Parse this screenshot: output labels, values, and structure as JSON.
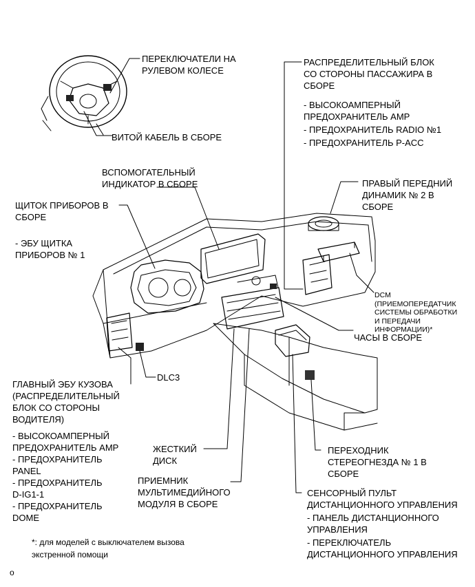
{
  "labels": {
    "steering_switches": [
      "ПЕРЕКЛЮЧАТЕЛИ НА",
      "РУЛЕВОМ КОЛЕСЕ"
    ],
    "spiral_cable": [
      "ВИТОЙ КАБЕЛЬ В СБОРЕ"
    ],
    "passenger_jb": [
      "РАСПРЕДЕЛИТЕЛЬНЫЙ БЛОК",
      "СО СТОРОНЫ ПАССАЖИРА В",
      "СБОРЕ"
    ],
    "passenger_jb_items": [
      "- ВЫСОКОАМПЕРНЫЙ",
      "ПРЕДОХРАНИТЕЛЬ AMP",
      "- ПРЕДОХРАНИТЕЛЬ RADIO №1",
      "- ПРЕДОХРАНИТЕЛЬ P-ACC"
    ],
    "aux_indicator": [
      "ВСПОМОГАТЕЛЬНЫЙ",
      "ИНДИКАТОР В СБОРЕ"
    ],
    "front_speaker": [
      "ПРАВЫЙ ПЕРЕДНИЙ",
      "ДИНАМИК № 2 В",
      "СБОРЕ"
    ],
    "combination_meter": [
      "ЩИТОК ПРИБОРОВ В",
      "СБОРЕ"
    ],
    "meter_ecu": [
      "- ЭБУ ЩИТКА",
      "ПРИБОРОВ № 1"
    ],
    "dcm": [
      "DCM",
      "(ПРИЕМОПЕРЕДАТЧИК",
      "СИСТЕМЫ ОБРАБОТКИ",
      "И ПЕРЕДАЧИ",
      "ИНФОРМАЦИИ)*"
    ],
    "clock": [
      "ЧАСЫ В СБОРЕ"
    ],
    "dlc3": [
      "DLC3"
    ],
    "main_body_ecu": [
      "ГЛАВНЫЙ ЭБУ КУЗОВА",
      "(РАСПРЕДЕЛИТЕЛЬНЫЙ",
      "БЛОК СО СТОРОНЫ",
      "ВОДИТЕЛЯ)"
    ],
    "main_body_ecu_items": [
      "- ВЫСОКОАМПЕРНЫЙ",
      "ПРЕДОХРАНИТЕЛЬ AMP",
      "- ПРЕДОХРАНИТЕЛЬ",
      "PANEL",
      "- ПРЕДОХРАНИТЕЛЬ",
      "D-IG1-1",
      "- ПРЕДОХРАНИТЕЛЬ",
      "DOME"
    ],
    "hard_disk": [
      "ЖЕСТКИЙ",
      "ДИСК"
    ],
    "multimedia_receiver": [
      "ПРИЕМНИК",
      "МУЛЬТИМЕДИЙНОГО",
      "МОДУЛЯ В СБОРЕ"
    ],
    "stereo_jack": [
      "ПЕРЕХОДНИК",
      "СТЕРЕОГНЕЗДА № 1 В",
      "СБОРЕ"
    ],
    "touch_remote": [
      "СЕНСОРНЫЙ ПУЛЬТ",
      "ДИСТАНЦИОННОГО УПРАВЛЕНИЯ"
    ],
    "touch_remote_items": [
      "- ПАНЕЛЬ ДИСТАНЦИОННОГО",
      "УПРАВЛЕНИЯ",
      "- ПЕРЕКЛЮЧАТЕЛЬ",
      "ДИСТАНЦИОННОГО УПРАВЛЕНИЯ"
    ]
  },
  "footnote": [
    "*: для моделей с выключателем вызова",
    "экстренной помощи"
  ],
  "corner_mark": "o"
}
